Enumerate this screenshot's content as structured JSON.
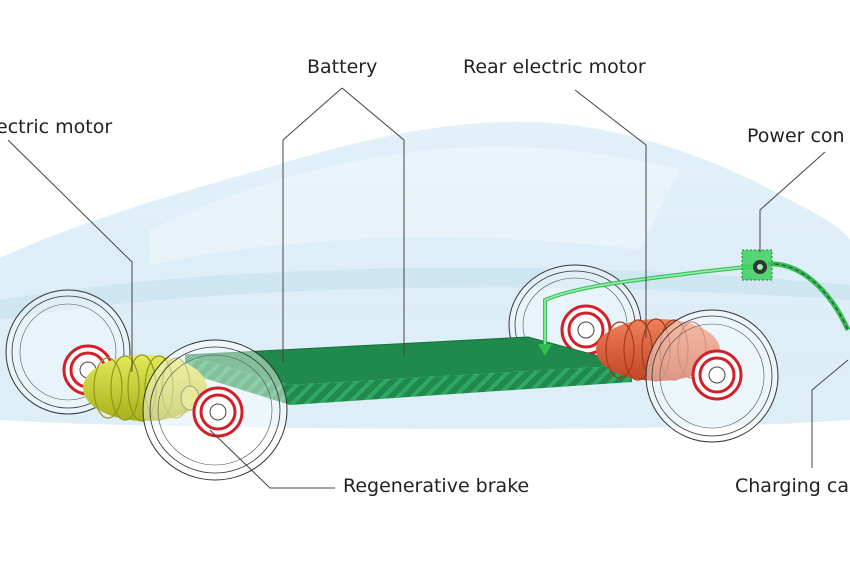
{
  "labels": {
    "front_motor": "ectric motor",
    "battery": "Battery",
    "rear_motor": "Rear electric motor",
    "power_connector": "Power con",
    "regenerative_brake": "Regenerative brake",
    "charging_cable": "Charging ca"
  },
  "colors": {
    "car_body": "#cfe6f3",
    "battery": "#1f8a4c",
    "front_motor": "#c8d22a",
    "rear_motor": "#e0603a",
    "brake": "#d21f2a",
    "cable": "#2ebd4e",
    "leader": "#444444",
    "text": "#222222"
  }
}
